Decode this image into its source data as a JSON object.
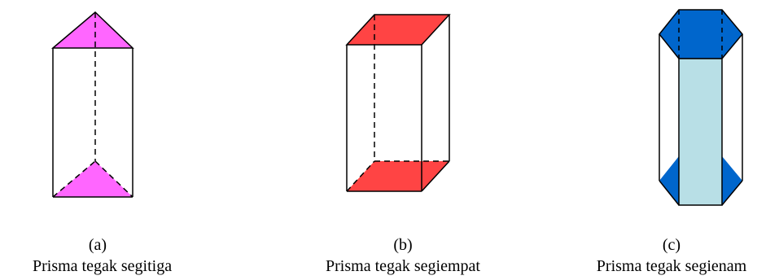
{
  "colors": {
    "triangle_fill": "#FF66FF",
    "square_fill": "#FF4444",
    "hexagon_fill": "#0066CC",
    "side_face_fill": "#B8DFE6",
    "edge_color": "#000000"
  },
  "figures": [
    {
      "letter": "(a)",
      "name": "Prisma tegak segitiga"
    },
    {
      "letter": "(b)",
      "name": "Prisma tegak segiempat"
    },
    {
      "letter": "(c)",
      "name": "Prisma tegak segienam"
    }
  ]
}
